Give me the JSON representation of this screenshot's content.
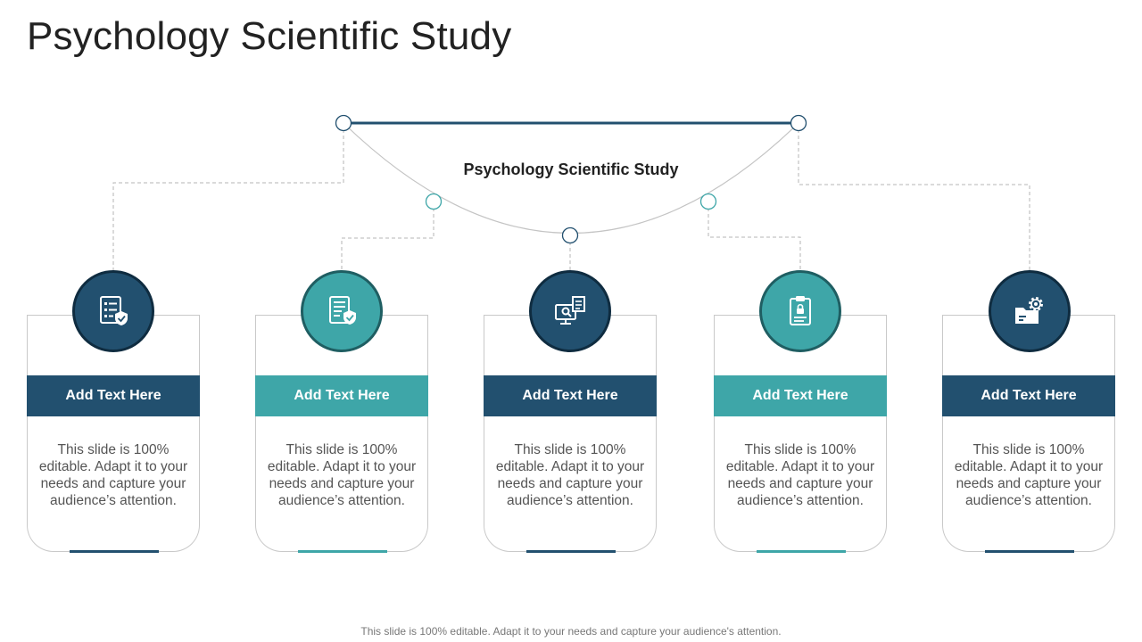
{
  "title": "Psychology Scientific Study",
  "center_label": "Psychology Scientific Study",
  "colors": {
    "dark": "#22506f",
    "teal": "#3ea6a8",
    "dark_ring": "#0f2c40",
    "teal_ring": "#1f5e62"
  },
  "cards": [
    {
      "heading": "Add Text Here",
      "body": "This slide is 100% editable. Adapt it to your needs and capture your audience’s attention.",
      "icon": "checklist-shield-icon",
      "theme": "dark"
    },
    {
      "heading": "Add Text Here",
      "body": "This slide is 100% editable. Adapt it to your needs and capture your audience’s attention.",
      "icon": "document-shield-icon",
      "theme": "teal"
    },
    {
      "heading": "Add Text Here",
      "body": "This slide is 100% editable. Adapt it to your needs and capture your audience’s attention.",
      "icon": "monitor-research-icon",
      "theme": "dark"
    },
    {
      "heading": "Add Text Here",
      "body": "This slide is 100% editable. Adapt it to your needs and capture your audience’s attention.",
      "icon": "clipboard-lock-icon",
      "theme": "teal"
    },
    {
      "heading": "Add Text Here",
      "body": "This slide is 100% editable. Adapt it to your needs and capture your audience’s attention.",
      "icon": "folder-gear-icon",
      "theme": "dark"
    }
  ],
  "footer": "This slide is 100% editable. Adapt it to your needs and capture your audience's attention."
}
